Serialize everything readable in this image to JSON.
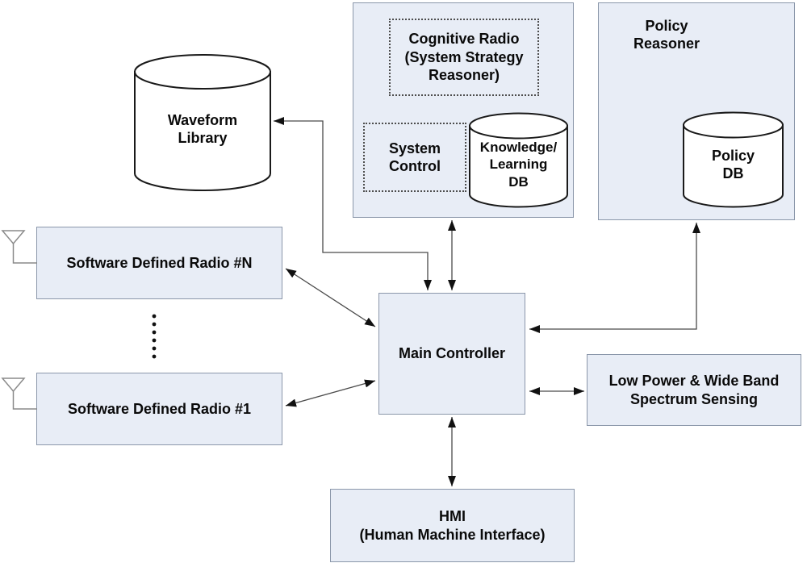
{
  "title": "Cognitive radio system architecture diagram",
  "colors": {
    "background": "#ffffff",
    "box_fill": "#e8edf6",
    "box_border": "#8b97aa",
    "dotted_border": "#4d4d4d",
    "cylinder_fill": "#ffffff",
    "cylinder_border": "#1a1a1a",
    "connector_line": "#4a4a4a",
    "arrowhead": "#111111",
    "text": "#0a0a0a"
  },
  "nodes": {
    "cognitive_radio": {
      "label": "Cognitive Radio\n(System Strategy\nReasoner)"
    },
    "system_control": {
      "label": "System\nControl"
    },
    "knowledge_db": {
      "label": "Knowledge/\nLearning\nDB"
    },
    "policy_reasoner": {
      "label": "Policy\nReasoner"
    },
    "policy_db": {
      "label": "Policy\nDB"
    },
    "waveform_library": {
      "label": "Waveform\nLibrary"
    },
    "sdr_n": {
      "label": "Software Defined Radio #N"
    },
    "sdr_1": {
      "label": "Software Defined Radio #1"
    },
    "main_controller": {
      "label": "Main Controller"
    },
    "spectrum_sensing": {
      "label": "Low Power & Wide Band\nSpectrum Sensing"
    },
    "hmi": {
      "label": "HMI\n(Human Machine Interface)"
    }
  },
  "edges": [
    {
      "from": "waveform_library",
      "to": "main_controller",
      "bidirectional": true
    },
    {
      "from": "cognitive_radio_container",
      "to": "main_controller",
      "bidirectional": true
    },
    {
      "from": "policy_reasoner",
      "to": "main_controller",
      "bidirectional": true
    },
    {
      "from": "sdr_n",
      "to": "main_controller",
      "bidirectional": true
    },
    {
      "from": "sdr_1",
      "to": "main_controller",
      "bidirectional": true
    },
    {
      "from": "spectrum_sensing",
      "to": "main_controller",
      "bidirectional": true
    },
    {
      "from": "hmi",
      "to": "main_controller",
      "bidirectional": true
    }
  ]
}
